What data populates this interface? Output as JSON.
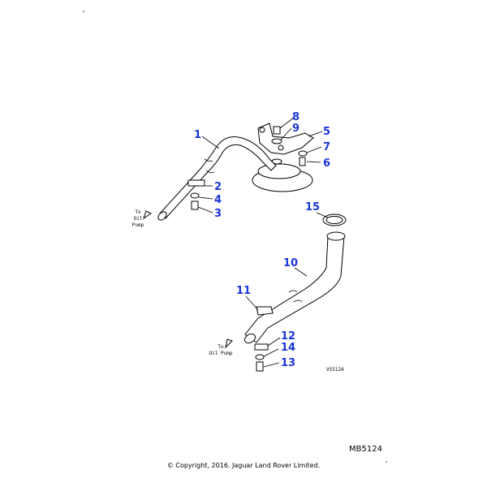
{
  "callouts": {
    "c1": "1",
    "c2": "2",
    "c3": "3",
    "c4": "4",
    "c5": "5",
    "c6": "6",
    "c7": "7",
    "c8": "8",
    "c9": "9",
    "c10": "10",
    "c11": "11",
    "c12": "12",
    "c13": "13",
    "c14": "14",
    "c15": "15"
  },
  "flow_labels": {
    "upper": [
      "To",
      "Oil",
      "Pump"
    ],
    "lower": [
      "To",
      "Oil Pump"
    ]
  },
  "drawing_code": "VS5124",
  "diagram_ref": "MB5124",
  "copyright": "© Copyright, 2016. Jaguar Land Rover Limited.",
  "colors": {
    "callout": "#1a35d6",
    "line": "#000000"
  }
}
